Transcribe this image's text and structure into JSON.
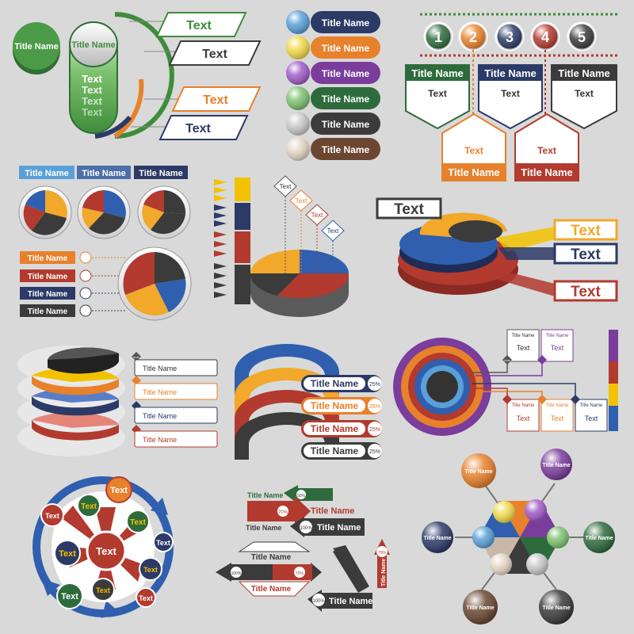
{
  "colors": {
    "green": "#2e6b3c",
    "orange": "#e8812b",
    "purple": "#7a3d9c",
    "navy": "#2b3a66",
    "darkgray": "#3b3b3b",
    "brown": "#6b4731",
    "red": "#b23a2f",
    "blue": "#2f5fae",
    "yellow": "#f2c200",
    "lightblue": "#5aa0d8",
    "background": "#d9d9d9"
  },
  "top_left": {
    "title_a": "Title Name",
    "title_b": "Title Name",
    "stack_text": [
      "Text",
      "Text",
      "Text",
      "Text"
    ],
    "boxes": [
      "Text",
      "Text",
      "Text",
      "Text"
    ]
  },
  "pills": [
    "Title Name",
    "Title Name",
    "Title Name",
    "Title Name",
    "Title Name",
    "Title Name"
  ],
  "steps": {
    "numbers": [
      "1",
      "2",
      "3",
      "4",
      "5"
    ],
    "shield_titles": [
      "Title Name",
      "Title Name",
      "Title Name"
    ],
    "shield_texts": [
      "Text",
      "Text",
      "Text"
    ],
    "house_titles": [
      "Title Name",
      "Title Name"
    ],
    "house_texts": [
      "Text",
      "Text"
    ]
  },
  "donuts": {
    "headers": [
      "Title Name",
      "Title Name",
      "Title Name"
    ],
    "legend": [
      "Title Name",
      "Title Name",
      "Title Name",
      "Title Name"
    ]
  },
  "pie3d": {
    "tags": [
      "Text",
      "Text",
      "Text",
      "Text"
    ]
  },
  "exploded_pie": {
    "labels": [
      "Text",
      "Text",
      "Text",
      "Text"
    ]
  },
  "stacked_pie": {
    "labels": [
      "Title Name",
      "Title Name",
      "Title Name",
      "Title Name"
    ],
    "icon_label": "Icon"
  },
  "arches": {
    "labels": [
      "Title Name",
      "Title Name",
      "Title Name",
      "Title Name"
    ],
    "percents": [
      "25%",
      "25%",
      "25%",
      "25%"
    ]
  },
  "rings": {
    "top_titles": [
      "Title Name",
      "Title Name"
    ],
    "top_texts": [
      "Text",
      "Text"
    ],
    "bottom_titles": [
      "Title Name",
      "Title Name",
      "Title Name"
    ],
    "bottom_texts": [
      "Text",
      "Text",
      "Text"
    ],
    "icon_label": "Icon"
  },
  "cycle": {
    "center": "Text",
    "nodes": [
      "Text",
      "Text",
      "Text",
      "Text",
      "Text",
      "Text",
      "Text",
      "Text",
      "Text",
      "Text"
    ]
  },
  "arrows": {
    "titles": [
      "Title Name",
      "Title Name",
      "Title Name",
      "Title Name",
      "Title Name",
      "Title Name",
      "Title Name",
      "Title Name"
    ],
    "percents": [
      "50%",
      "70%",
      "100%",
      "100%",
      "70%",
      "100%",
      "70%"
    ]
  },
  "hub": {
    "titles": [
      "Title Name",
      "Title Name",
      "Title Name",
      "Title Name",
      "Title Name",
      "Title Name"
    ]
  }
}
